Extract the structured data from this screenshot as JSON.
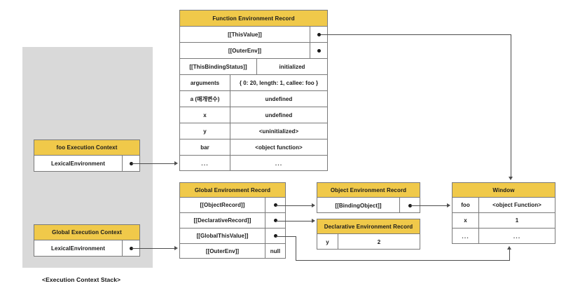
{
  "diagram": {
    "caption": "<Execution Context Stack>",
    "accent_color": "#f0c94a",
    "stack_background": "#d9d9d9",
    "line_color": "#4d4d4d"
  },
  "function_env_record": {
    "title": "Function Environment Record",
    "rows": [
      {
        "key": "[[ThisValue]]",
        "value": "",
        "value_is_pointer": true,
        "span_key": true
      },
      {
        "key": "[[OuterEnv]]",
        "value": "",
        "value_is_pointer": true,
        "span_key": true
      },
      {
        "key": "[[ThisBindingStatus]]",
        "value": "initialized",
        "value_is_pointer": false
      },
      {
        "key": "arguments",
        "value": "{ 0: 20, length: 1, callee: foo }",
        "value_is_pointer": false
      },
      {
        "key": "a (매개변수)",
        "value": "undefined",
        "value_is_pointer": false
      },
      {
        "key": "x",
        "value": "undefined",
        "value_is_pointer": false
      },
      {
        "key": "y",
        "value": "<uninitialized>",
        "value_is_pointer": false
      },
      {
        "key": "bar",
        "value": "<object function>",
        "value_is_pointer": false
      },
      {
        "key": "...",
        "value": "...",
        "value_is_pointer": false
      }
    ]
  },
  "foo_execution_context": {
    "title": "foo Execution Context",
    "row_label": "LexicalEnvironment",
    "row_is_pointer": true
  },
  "global_execution_context": {
    "title": "Global Execution Context",
    "row_label": "LexicalEnvironment",
    "row_is_pointer": true
  },
  "global_env_record": {
    "title": "Global Environment Record",
    "rows": [
      {
        "key": "[[ObjectRecord]]",
        "value": "",
        "value_is_pointer": true
      },
      {
        "key": "[[DeclarativeRecord]]",
        "value": "",
        "value_is_pointer": true
      },
      {
        "key": "[[GlobalThisValue]]",
        "value": "",
        "value_is_pointer": true
      },
      {
        "key": "[[OuterEnv]]",
        "value": "null",
        "value_is_pointer": false
      }
    ]
  },
  "object_env_record": {
    "title": "Object Environment Record",
    "rows": [
      {
        "key": "[[BindingObject]]",
        "value": "",
        "value_is_pointer": true
      }
    ]
  },
  "declarative_env_record": {
    "title": "Declarative Environment Record",
    "rows": [
      {
        "key": "y",
        "value": "2",
        "value_is_pointer": false
      }
    ]
  },
  "window_object": {
    "title": "Window",
    "rows": [
      {
        "key": "foo",
        "value": "<object Function>"
      },
      {
        "key": "x",
        "value": "1"
      },
      {
        "key": "...",
        "value": "..."
      }
    ]
  }
}
